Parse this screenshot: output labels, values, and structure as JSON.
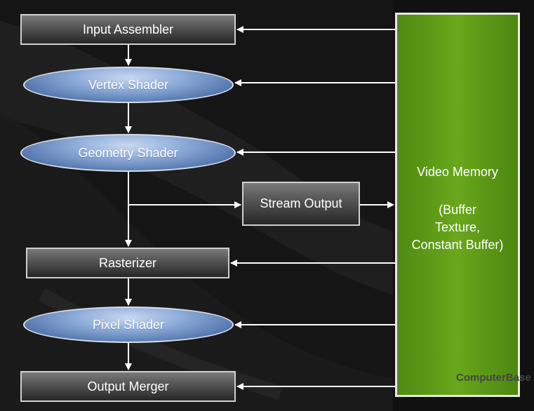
{
  "stages": {
    "input_assembler": "Input Assembler",
    "vertex_shader": "Vertex Shader",
    "geometry_shader": "Geometry Shader",
    "stream_output": "Stream Output",
    "rasterizer": "Rasterizer",
    "pixel_shader": "Pixel Shader",
    "output_merger": "Output Merger"
  },
  "memory": {
    "title": "Video Memory",
    "line1": "(Buffer",
    "line2": "Texture,",
    "line3": "Constant Buffer)"
  },
  "watermark": "ComputerBase",
  "colors": {
    "memory_green": "#5f9a17",
    "shader_blue": "#6c8fc6",
    "box_gray": "#555555",
    "arrow": "#ffffff"
  }
}
